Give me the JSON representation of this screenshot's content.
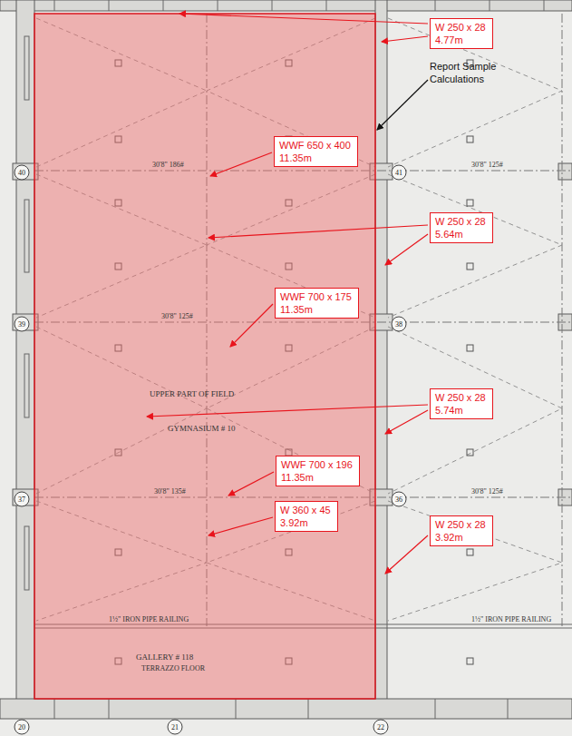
{
  "diagram": {
    "nodes": [
      {
        "text": [
          "W 250 x 28",
          "4.77m"
        ]
      },
      {
        "text": [
          "WWF 650 x 400",
          "11.35m"
        ]
      },
      {
        "text": [
          "W 250 x 28",
          "5.64m"
        ]
      },
      {
        "text": [
          "WWF 700 x 175",
          "11.35m"
        ]
      },
      {
        "text": [
          "W 250 x 28",
          "5.74m"
        ]
      },
      {
        "text": [
          "WWF 700 x 196",
          "11.35m"
        ]
      },
      {
        "text": [
          "W 360 x 45",
          "3.92m"
        ]
      },
      {
        "text": [
          "W 250 x 28",
          "3.92m"
        ]
      }
    ],
    "edges": [],
    "labels": [
      "Report Sample Calculations",
      "UPPER PART OF FIELD",
      "GYMNASIUM # 10",
      "GALLERY # 118",
      "TERRAZZO FLOOR",
      "1½\" IRON PIPE RAILING",
      "1½\" IRON PIPE RAILING",
      "30'8\" 186#",
      "30'8\" 125#",
      "30'8\" 125#",
      "30'8\" 135#",
      "30'8\" 125#",
      "40",
      "41",
      "39",
      "38",
      "37",
      "36",
      "20",
      "21",
      "22"
    ]
  }
}
